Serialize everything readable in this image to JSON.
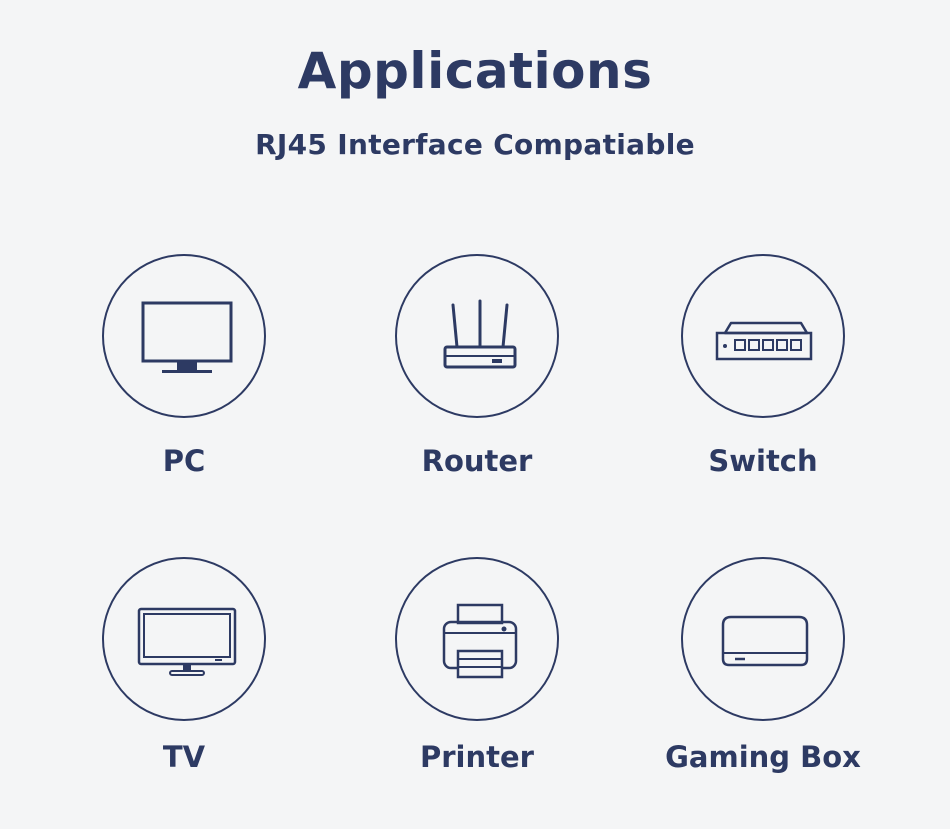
{
  "header": {
    "title": "Applications",
    "subtitle": "RJ45 Interface Compatiable"
  },
  "applications": [
    {
      "label": "PC",
      "icon": "pc-monitor-icon"
    },
    {
      "label": "Router",
      "icon": "router-icon"
    },
    {
      "label": "Switch",
      "icon": "network-switch-icon"
    },
    {
      "label": "TV",
      "icon": "tv-icon"
    },
    {
      "label": "Printer",
      "icon": "printer-icon"
    },
    {
      "label": "Gaming Box",
      "icon": "gaming-box-icon"
    }
  ],
  "colors": {
    "background": "#f4f5f6",
    "primary": "#2d3a63"
  }
}
